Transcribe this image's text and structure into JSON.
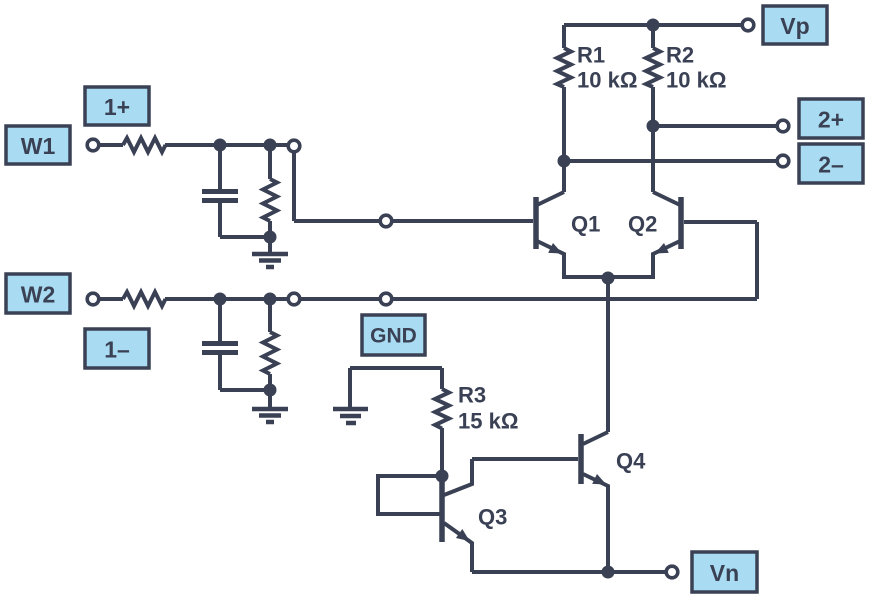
{
  "colors": {
    "wire": "#3a4154",
    "labelfill": "#a9dcf2",
    "bg": "#ffffff"
  },
  "terminals": {
    "w1": "W1",
    "one_plus": "1+",
    "w2": "W2",
    "one_minus": "1–",
    "gnd": "GND",
    "vp": "Vp",
    "two_plus": "2+",
    "two_minus": "2–",
    "vn": "Vn"
  },
  "components": {
    "r1": {
      "name": "R1",
      "value": "10 kΩ"
    },
    "r2": {
      "name": "R2",
      "value": "10 kΩ"
    },
    "r3": {
      "name": "R3",
      "value": "15 kΩ"
    },
    "q1": {
      "name": "Q1"
    },
    "q2": {
      "name": "Q2"
    },
    "q3": {
      "name": "Q3"
    },
    "q4": {
      "name": "Q4"
    }
  }
}
